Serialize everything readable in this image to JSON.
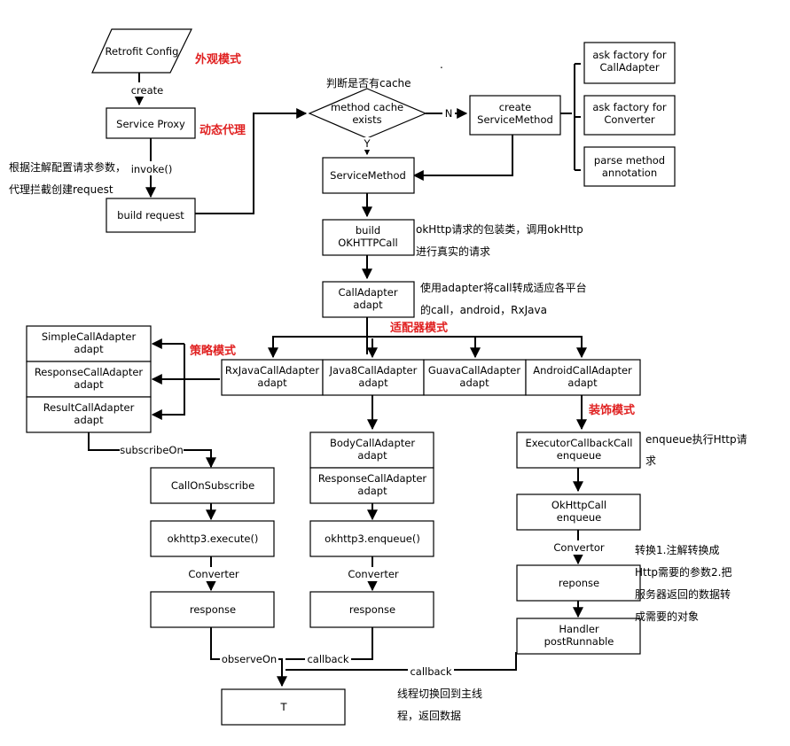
{
  "nodes": {
    "retrofit_config": [
      "Retrofit Config"
    ],
    "service_proxy": [
      "Service Proxy"
    ],
    "build_request": [
      "build request"
    ],
    "method_cache": [
      "method cache",
      "exists"
    ],
    "create_service_method": [
      "create",
      "ServiceMethod"
    ],
    "ask_call_adapter": [
      "ask factory for",
      "CallAdapter"
    ],
    "ask_converter": [
      "ask factory for",
      "Converter"
    ],
    "parse_annotation": [
      "parse method",
      "annotation"
    ],
    "service_method": [
      "ServiceMethod"
    ],
    "build_okhttpcall": [
      "build",
      "OKHTTPCall"
    ],
    "calladapter_adapt": [
      "CallAdapter",
      "adapt"
    ],
    "simple_call_adapter": [
      "SimpleCallAdapter",
      "adapt"
    ],
    "response_call_adapter_left": [
      "ResponseCallAdapter",
      "adapt"
    ],
    "result_call_adapter": [
      "ResultCallAdapter",
      "adapt"
    ],
    "rxjava_call_adapter": [
      "RxJavaCallAdapter",
      "adapt"
    ],
    "java8_call_adapter": [
      "Java8CallAdapter",
      "adapt"
    ],
    "guava_call_adapter": [
      "GuavaCallAdapter",
      "adapt"
    ],
    "android_call_adapter": [
      "AndroidCallAdapter",
      "adapt"
    ],
    "call_on_subscribe": [
      "CallOnSubscribe"
    ],
    "okhttp3_execute": [
      "okhttp3.execute()"
    ],
    "response_rx": [
      "response"
    ],
    "body_call_adapter": [
      "BodyCallAdapter",
      "adapt"
    ],
    "response_call_adapter_mid": [
      "ResponseCallAdapter",
      "adapt"
    ],
    "okhttp3_enqueue": [
      "okhttp3.enqueue()"
    ],
    "response_mid": [
      "response"
    ],
    "executor_callback_call": [
      "ExecutorCallbackCall",
      "enqueue"
    ],
    "okhttpcall_enqueue": [
      "OkHttpCall",
      "enqueue"
    ],
    "reponse": [
      "reponse"
    ],
    "handler_post": [
      "Handler",
      "postRunnable"
    ],
    "t_node": [
      "T"
    ]
  },
  "edge_labels": {
    "create": "create",
    "invoke": "invoke()",
    "n": "N",
    "y": "Y",
    "subscribe_on": "subscribeOn",
    "converter_rx": "Converter",
    "converter_mid": "Converter",
    "convertor": "Convertor",
    "observe_on": "observeOn",
    "callback_mid": "callback",
    "callback_right": "callback"
  },
  "annotations": {
    "facade": "外观模式",
    "dynamic_proxy": "动态代理",
    "strategy": "策略模式",
    "adapter": "适配器模式",
    "decorator": "装饰模式",
    "has_cache": "判断是否有cache",
    "annotation_proxy": [
      "根据注解配置请求参数，",
      "代理拦截创建request"
    ],
    "okhttp_wrapper": [
      "okHttp请求的包装类，调用okHttp",
      "进行真实的请求"
    ],
    "adapter_desc": [
      "使用adapter将call转成适应各平台",
      "的call，android，RxJava"
    ],
    "enqueue_desc": [
      "enqueue执行Http请",
      "求"
    ],
    "convert_desc": [
      "转换1.注解转换成",
      "Http需要的参数2.把",
      "服务器返回的数据转",
      "成需要的对象"
    ],
    "thread_switch": [
      "线程切换回到主线",
      "程，返回数据"
    ],
    "dot": "."
  },
  "colors": {
    "line": "#000000",
    "annotation_red": "#e02020",
    "box_fill": "#ffffff"
  }
}
